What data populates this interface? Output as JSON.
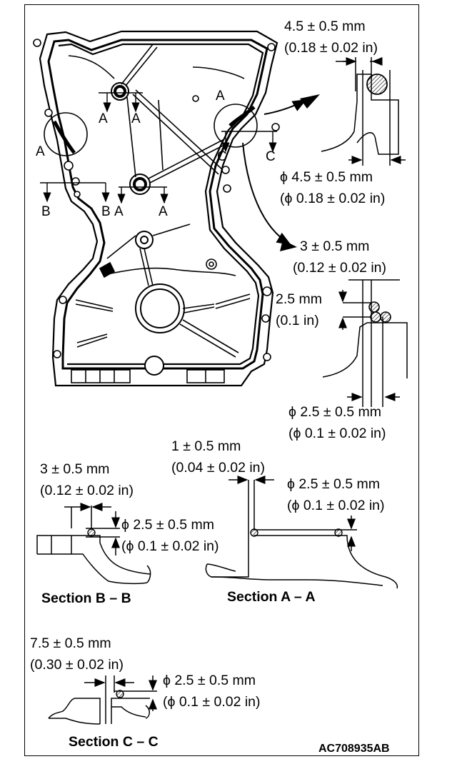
{
  "callouts": {
    "groove_top": {
      "mm": "4.5 ± 0.5 mm",
      "in": "(0.18 ± 0.02 in)"
    },
    "bead_top": {
      "mm": "ϕ 4.5 ± 0.5 mm",
      "in": "(ϕ 0.18 ± 0.02 in)"
    },
    "offset_mid": {
      "mm": "3 ± 0.5 mm",
      "in": "(0.12 ± 0.02 in)"
    },
    "height_mid": {
      "mm": "2.5 mm",
      "in": "(0.1 in)"
    },
    "bead_mid": {
      "mm": "ϕ 2.5 ± 0.5 mm",
      "in": "(ϕ 0.1 ± 0.02 in)"
    },
    "sec_aa_offset": {
      "mm": "1 ± 0.5 mm",
      "in": "(0.04 ± 0.02 in)"
    },
    "sec_aa_bead": {
      "mm": "ϕ 2.5 ± 0.5 mm",
      "in": "(ϕ 0.1 ± 0.02 in)"
    },
    "sec_bb_offset": {
      "mm": "3 ± 0.5 mm",
      "in": "(0.12 ± 0.02 in)"
    },
    "sec_bb_bead": {
      "mm": "ϕ 2.5 ± 0.5 mm",
      "in": "(ϕ 0.1 ± 0.02 in)"
    },
    "sec_cc_offset": {
      "mm": "7.5 ± 0.5 mm",
      "in": "(0.30 ± 0.02 in)"
    },
    "sec_cc_bead": {
      "mm": "ϕ 2.5 ± 0.5 mm",
      "in": "(ϕ 0.1 ± 0.02 in)"
    }
  },
  "section_titles": {
    "bb": "Section B – B",
    "aa": "Section A – A",
    "cc": "Section C – C"
  },
  "markers": {
    "a": "A",
    "b": "B",
    "c": "C"
  },
  "figure_code": "AC708935AB"
}
